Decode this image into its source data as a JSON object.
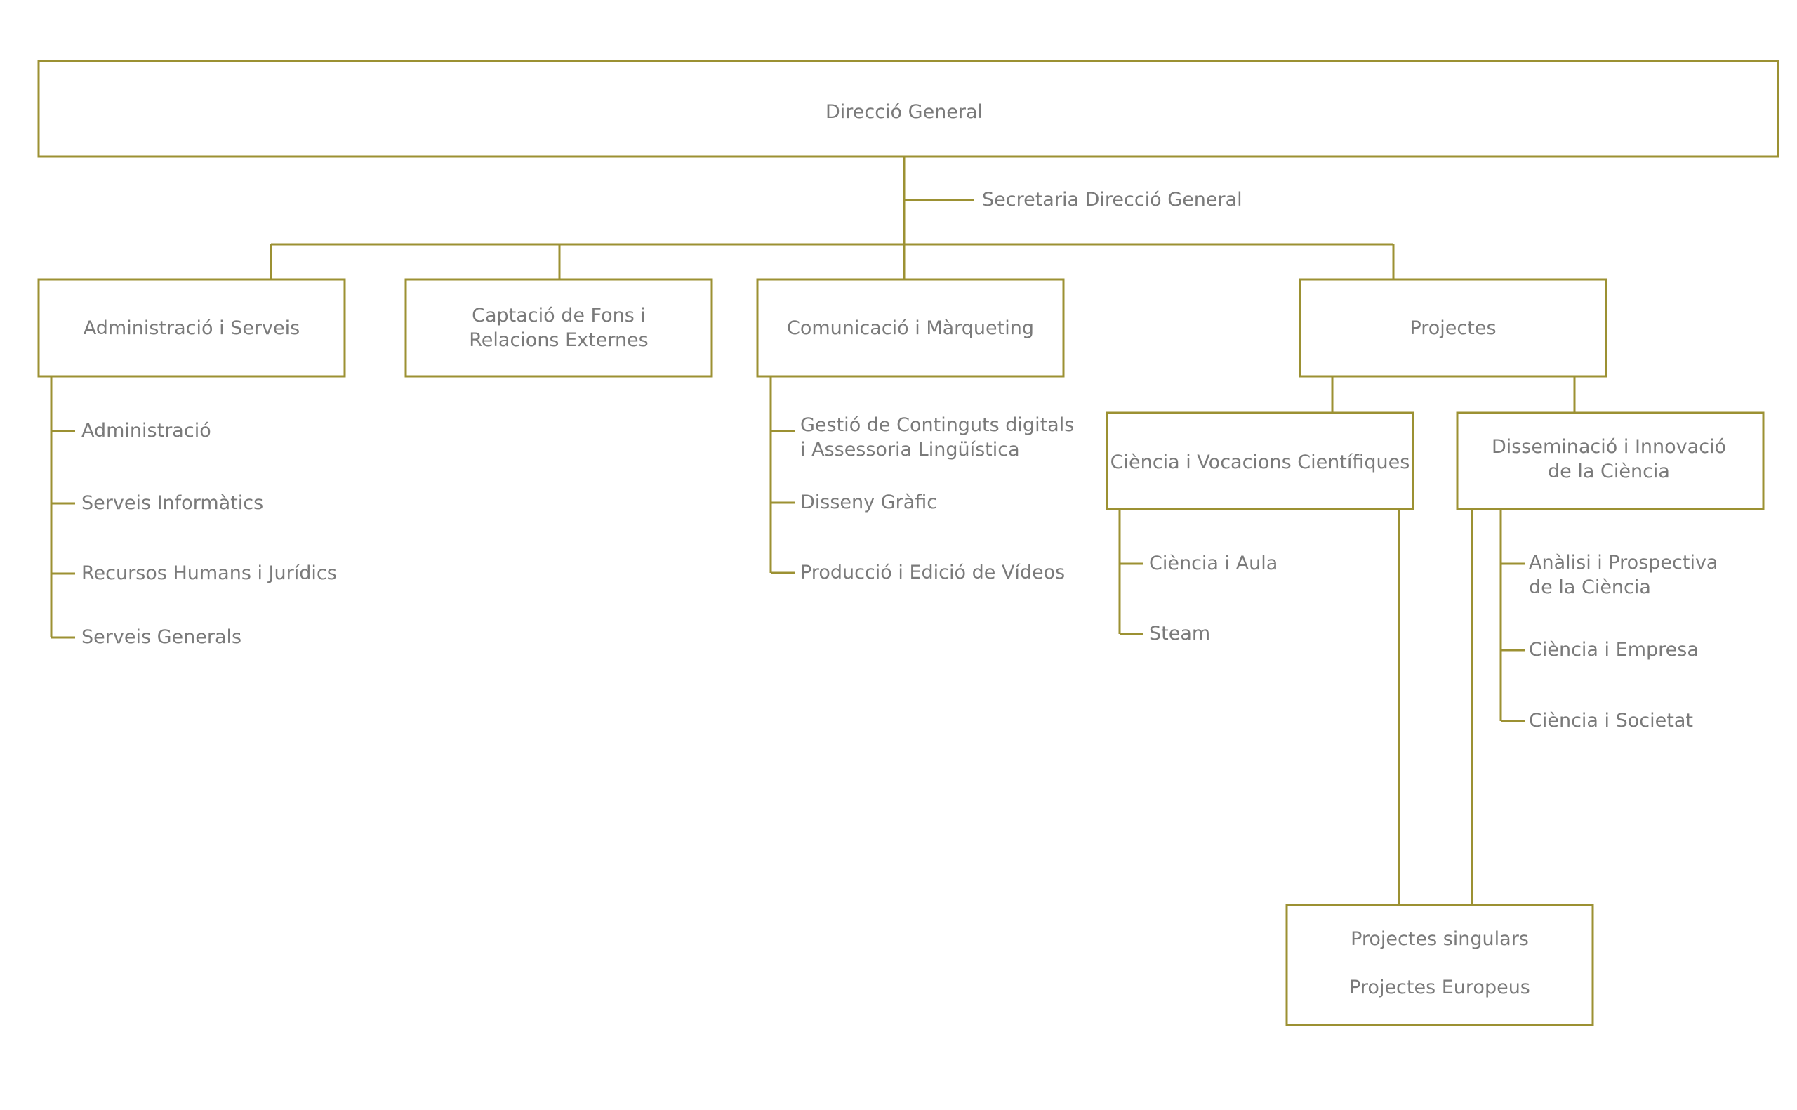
{
  "colors": {
    "line": "#9c9133",
    "text": "#7a7a7a",
    "background": "#ffffff"
  },
  "root": {
    "label": "Direcció General"
  },
  "secretaria": {
    "label": "Secretaria Direcció General"
  },
  "departments": {
    "administracio": {
      "label": "Administració i Serveis",
      "items": [
        "Administració",
        "Serveis Informàtics",
        "Recursos Humans i Jurídics",
        "Serveis Generals"
      ]
    },
    "captacio": {
      "lines": [
        "Captació de Fons i",
        "Relacions Externes"
      ]
    },
    "comunicacio": {
      "label": "Comunicació i Màrqueting",
      "items": [
        [
          "Gestió de Continguts digitals",
          "i Assessoria Lingüística"
        ],
        [
          "Disseny Gràfic"
        ],
        [
          "Producció i Edició de Vídeos"
        ]
      ]
    },
    "projectes": {
      "label": "Projectes",
      "ciencia_vocacions": {
        "label": "Ciència i Vocacions Científiques",
        "items": [
          "Ciència i Aula",
          "Steam"
        ]
      },
      "disseminacio": {
        "lines": [
          "Disseminació i Innovació",
          "de la Ciència"
        ],
        "items": [
          [
            "Anàlisi i Prospectiva",
            "de la Ciència"
          ],
          [
            "Ciència i Empresa"
          ],
          [
            "Ciència i Societat"
          ]
        ]
      },
      "singulars": {
        "lines": [
          "Projectes singulars",
          "Projectes Europeus"
        ]
      }
    }
  }
}
